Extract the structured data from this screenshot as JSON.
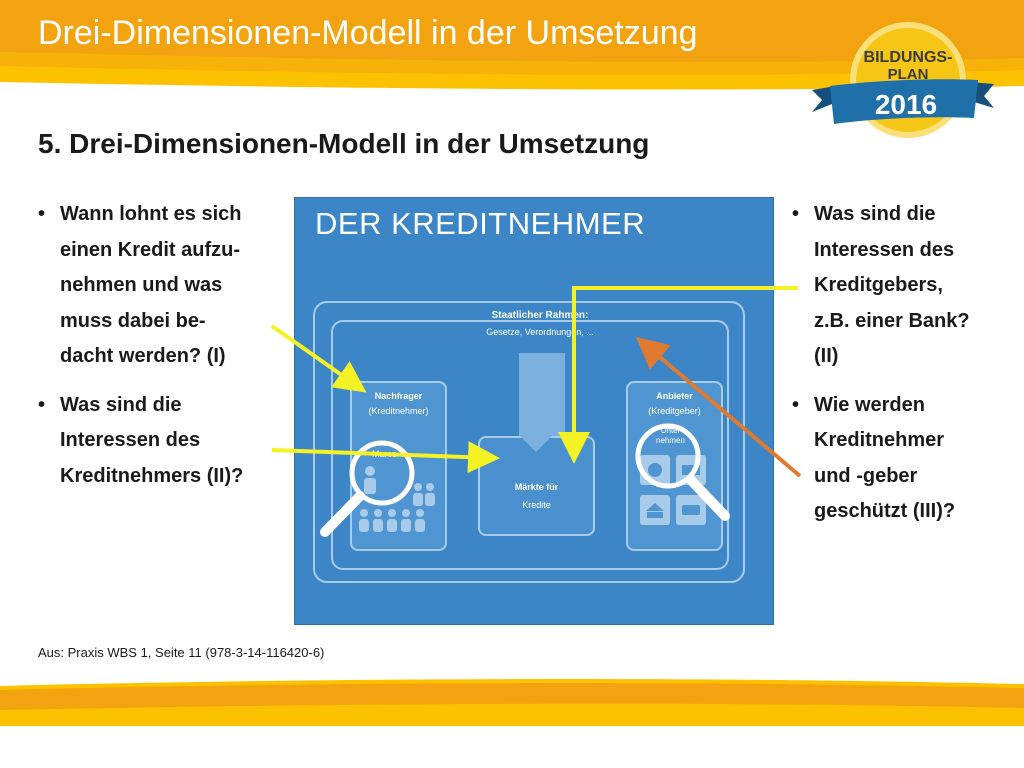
{
  "header": {
    "title": "Drei-Dimensionen-Modell in der Umsetzung"
  },
  "badge": {
    "line1": "BILDUNGS-",
    "line2": "PLAN",
    "year": "2016"
  },
  "subtitle": "5. Drei-Dimensionen-Modell in der Umsetzung",
  "left_bullets": [
    {
      "lines": [
        "Wann lohnt es sich",
        "einen Kredit aufzu-",
        "nehmen und was",
        "muss dabei be-",
        "dacht werden? (I)"
      ]
    },
    {
      "lines": [
        "Was sind die",
        "Interessen des",
        "Kreditnehmers (II)?"
      ]
    }
  ],
  "right_bullets": [
    {
      "lines": [
        "Was sind die",
        "Interessen des",
        "Kreditgebers,",
        "z.B. einer Bank?",
        "(II)"
      ]
    },
    {
      "lines": [
        "Wie werden",
        "Kreditnehmer",
        "und -geber",
        "geschützt (III)?"
      ]
    }
  ],
  "diagram": {
    "title": "DER KREDITNEHMER",
    "framework_title": "Staatlicher Rahmen:",
    "framework_sub": "Gesetze, Verordnungen, ...",
    "left_panel_title": "Nachfrager",
    "left_panel_sub": "(Kreditnehmer)",
    "person_label": "Marco",
    "right_panel_title": "Anbieter",
    "right_panel_sub": "(Kreditgeber)",
    "unternehmen_line1": "Unter",
    "unternehmen_line2": "nehmen",
    "center_title": "Märkte für",
    "center_sub": "Kredite"
  },
  "source": "Aus: Praxis WBS 1, Seite 11 (978-3-14-116420-6)",
  "colors": {
    "header_orange": "#f2a30f",
    "header_yellow": "#fcc200",
    "diagram_blue": "#3c86c7",
    "arrow_yellow": "#f4f224",
    "arrow_orange": "#e07a2e",
    "badge_ribbon": "#1f6fa8"
  }
}
